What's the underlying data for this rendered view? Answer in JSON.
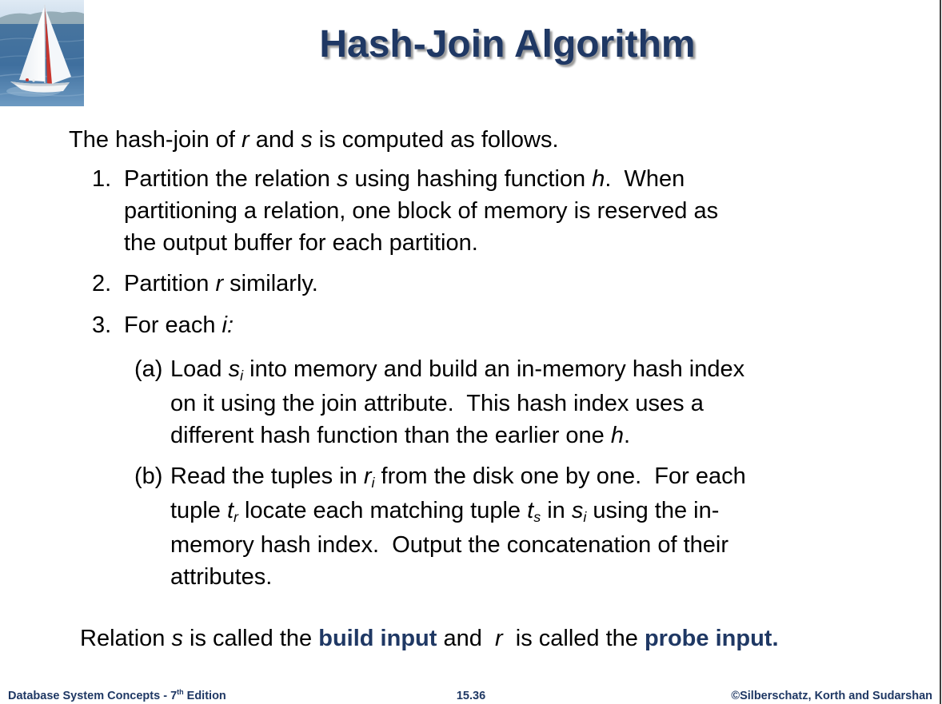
{
  "colors": {
    "accent_navy": "#1f3864",
    "body_text": "#000000",
    "title_shadow": "#9a9a9a",
    "page_edge_line": "#3e3e3e"
  },
  "images": {
    "logo": "sailboat-photo"
  },
  "slide": {
    "title": "Hash-Join Algorithm",
    "content": {
      "intro": {
        "runs": [
          {
            "t": "The hash-join of "
          },
          {
            "t": "r",
            "s": "i"
          },
          {
            "t": " and "
          },
          {
            "t": "s",
            "s": "i"
          },
          {
            "t": " is computed as follows."
          }
        ]
      },
      "items": [
        {
          "num": "1.",
          "runs": [
            {
              "t": "Partition the relation "
            },
            {
              "t": "s",
              "s": "i"
            },
            {
              "t": " using hashing function "
            },
            {
              "t": "h",
              "s": "i"
            },
            {
              "t": ".  When\npartitioning a relation, one block of memory is reserved as\nthe output buffer for each partition."
            }
          ]
        },
        {
          "num": "2.",
          "runs": [
            {
              "t": "Partition "
            },
            {
              "t": "r",
              "s": "i"
            },
            {
              "t": " similarly."
            }
          ]
        },
        {
          "num": "3.",
          "runs": [
            {
              "t": "For each "
            },
            {
              "t": "i:",
              "s": "i"
            }
          ]
        }
      ],
      "subitems": [
        {
          "num": "(a)",
          "runs": [
            {
              "t": "Load "
            },
            {
              "t": "s",
              "s": "i"
            },
            {
              "t": "i",
              "s": "isub"
            },
            {
              "t": " into memory and build an in-memory hash index\non it using the join attribute.  This hash index uses a\ndifferent hash function than the earlier one "
            },
            {
              "t": "h",
              "s": "i"
            },
            {
              "t": "."
            }
          ]
        },
        {
          "num": "(b)",
          "runs": [
            {
              "t": "Read the tuples in "
            },
            {
              "t": "r",
              "s": "i"
            },
            {
              "t": "i",
              "s": "isub"
            },
            {
              "t": " from the disk one by one.  For each\ntuple "
            },
            {
              "t": "t",
              "s": "i"
            },
            {
              "t": "r",
              "s": "isub"
            },
            {
              "t": " locate each matching tuple "
            },
            {
              "t": "t",
              "s": "i"
            },
            {
              "t": "s",
              "s": "isub"
            },
            {
              "t": " in "
            },
            {
              "t": "s",
              "s": "i"
            },
            {
              "t": "i",
              "s": "isub"
            },
            {
              "t": " using the in-\nmemory hash index.  Output the concatenation of their\nattributes."
            }
          ]
        }
      ],
      "closing": {
        "runs": [
          {
            "t": "Relation "
          },
          {
            "t": "s",
            "s": "i"
          },
          {
            "t": " is called the "
          },
          {
            "t": "build input",
            "s": "bb"
          },
          {
            "t": " and  "
          },
          {
            "t": "r",
            "s": "i"
          },
          {
            "t": "  is called the "
          },
          {
            "t": "probe input",
            "s": "bb"
          },
          {
            "t": ".",
            "s": "bb"
          }
        ]
      }
    },
    "footer": {
      "left_runs": [
        {
          "t": "Database System Concepts - 7"
        },
        {
          "t": "th",
          "s": "sup"
        },
        {
          "t": " Edition"
        }
      ],
      "page_number": "15.36",
      "right": "©Silberschatz, Korth and Sudarshan"
    }
  }
}
